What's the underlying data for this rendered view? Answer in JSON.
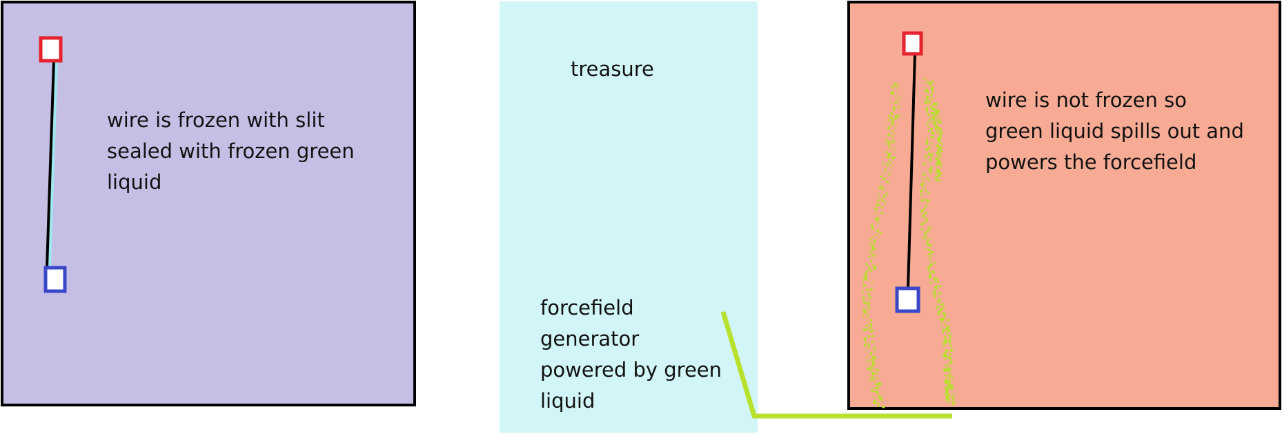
{
  "colors": {
    "left_panel_fill": "#c6bfe5",
    "middle_panel_fill": "#d2f5f7",
    "right_panel_fill": "#f7aa94",
    "frame": "#000000",
    "top_node": "#e5232e",
    "bottom_node": "#3b47c9",
    "green_liquid": "#b7e12c",
    "frozen_wire_edge": "#9ee8ee"
  },
  "left_panel": {
    "caption": "wire is frozen with slit\nsealed with frozen green\nliquid"
  },
  "middle_panel": {
    "treasure_label": "treasure",
    "generator_label": "forcefield\ngenerator\npowered by green\nliquid"
  },
  "right_panel": {
    "caption": "wire is not frozen so\ngreen liquid spills out and\npowers the forcefield"
  }
}
